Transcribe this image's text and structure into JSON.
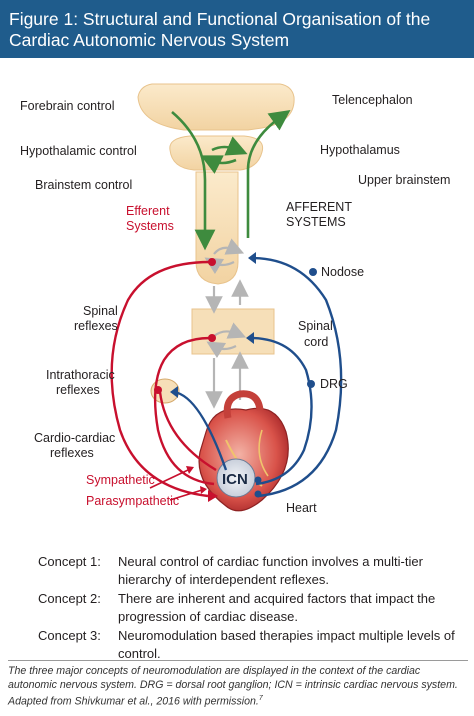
{
  "figure": {
    "title_line1": "Figure 1: Structural and Functional Organisation of the",
    "title_line2": "Cardiac Autonomic Nervous System"
  },
  "labels": {
    "forebrain_control": "Forebrain control",
    "telencephalon": "Telencephalon",
    "hypothalamic_control": "Hypothalamic control",
    "hypothalamus": "Hypothalamus",
    "brainstem_control": "Brainstem control",
    "upper_brainstem": "Upper brainstem",
    "efferent_systems_1": "Efferent",
    "efferent_systems_2": "Systems",
    "afferent_systems_1": "AFFERENT",
    "afferent_systems_2": "SYSTEMS",
    "nodose": "Nodose",
    "spinal_reflexes_1": "Spinal",
    "spinal_reflexes_2": "reflexes",
    "spinal_cord_1": "Spinal",
    "spinal_cord_2": "cord",
    "intrathoracic_1": "Intrathoracic",
    "intrathoracic_2": "reflexes",
    "drg": "DRG",
    "cardio_cardiac_1": "Cardio-cardiac",
    "cardio_cardiac_2": "reflexes",
    "sympathetic": "Sympathetic",
    "parasympathetic": "Parasympathetic",
    "icn": "ICN",
    "heart": "Heart"
  },
  "concepts": [
    {
      "label": "Concept 1:",
      "text": "Neural control of cardiac function involves a multi-tier hierarchy of interdependent reflexes."
    },
    {
      "label": "Concept 2:",
      "text": "There are inherent and acquired factors that impact the progression of cardiac disease."
    },
    {
      "label": "Concept 3:",
      "text": "Neuromodulation based therapies impact multiple levels of control."
    }
  ],
  "caption": {
    "text": "The three major concepts of neuromodulation are displayed in the context of the cardiac autonomic nervous system. DRG = dorsal root ganglion; ICN = intrinsic cardiac nervous system. Adapted from Shivkumar et al., 2016 with permission.",
    "ref": "7"
  },
  "colors": {
    "title_bar": "#1f5c8c",
    "efferent_red": "#c8102e",
    "afferent_blue": "#1f4e8c",
    "pathway_green": "#3e8b3e",
    "brain_tan": "#f6dfb8"
  }
}
